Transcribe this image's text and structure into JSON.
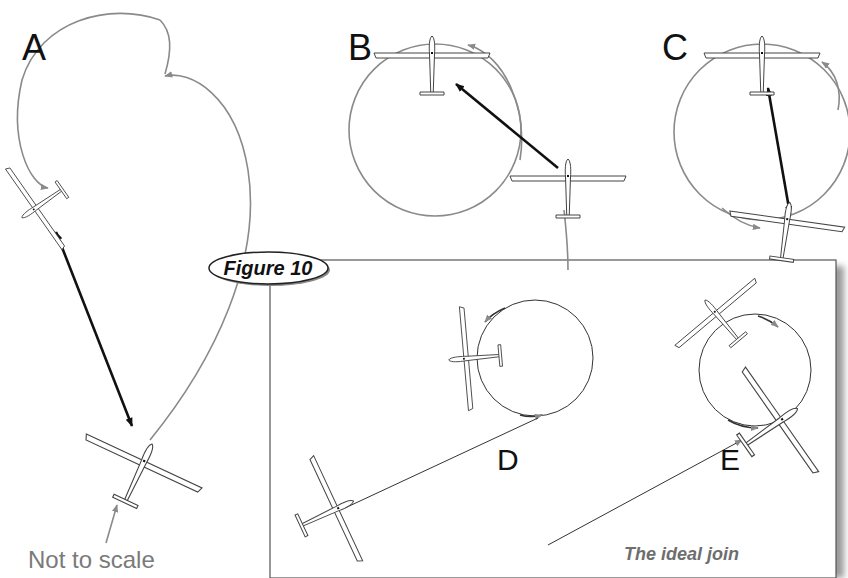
{
  "diagram": {
    "nodes": [
      {
        "text": [
          "Figure 10"
        ]
      }
    ],
    "labels": [
      "A",
      "B",
      "C",
      "D",
      "E",
      "Not to scale",
      "The ideal join"
    ]
  }
}
